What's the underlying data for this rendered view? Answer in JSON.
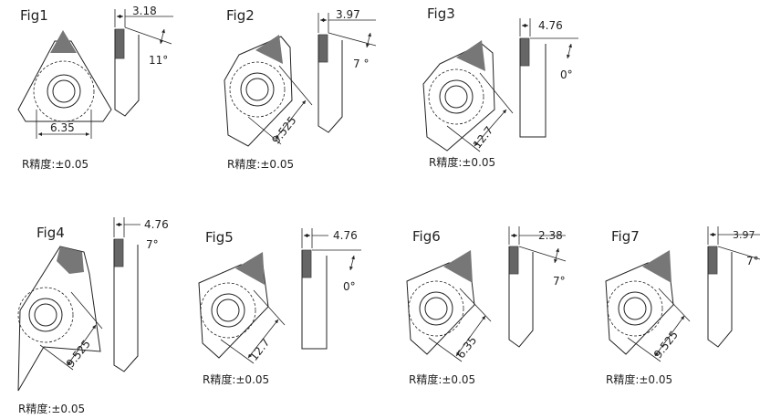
{
  "figures": [
    {
      "id": "fig1",
      "label": "Fig1",
      "thickness": "3.18",
      "size": "6.35",
      "angle": "11°",
      "tolerance": "R精度:±0.05"
    },
    {
      "id": "fig2",
      "label": "Fig2",
      "thickness": "3.97",
      "size": "9.525",
      "angle": "7 °",
      "tolerance": "R精度:±0.05"
    },
    {
      "id": "fig3",
      "label": "Fig3",
      "thickness": "4.76",
      "size": "12.7",
      "angle": "0°",
      "tolerance": "R精度:±0.05"
    },
    {
      "id": "fig4",
      "label": "Fig4",
      "thickness": "4.76",
      "size": "9.525",
      "angle": "7°",
      "tolerance": "R精度:±0.05"
    },
    {
      "id": "fig5",
      "label": "Fig5",
      "thickness": "4.76",
      "size": "12.7",
      "angle": "0°",
      "tolerance": "R精度:±0.05"
    },
    {
      "id": "fig6",
      "label": "Fig6",
      "thickness": "2.38",
      "size": "6.35",
      "angle": "7°",
      "tolerance": "R精度:±0.05"
    },
    {
      "id": "fig7",
      "label": "Fig7",
      "thickness": "3.97",
      "size": "9.525",
      "angle": "7°",
      "tolerance": "R精度:±0.05"
    }
  ],
  "colors": {
    "line": "#222222",
    "insert_fill": "#777777",
    "side_fill": "#666666"
  }
}
